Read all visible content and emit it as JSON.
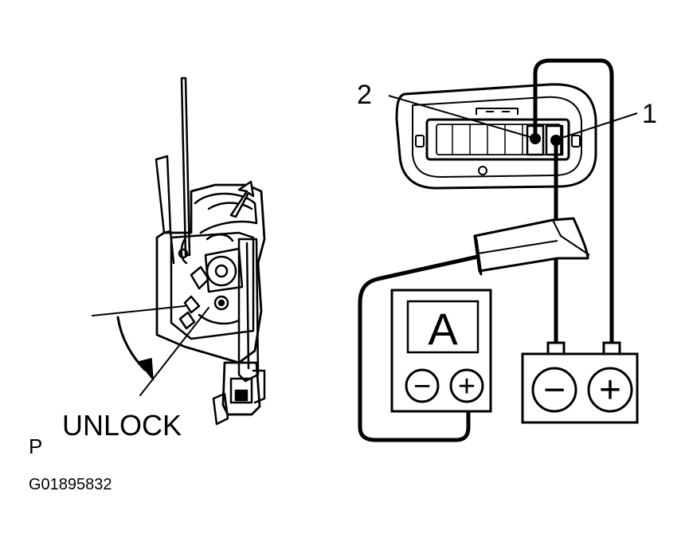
{
  "labels": {
    "pin_2": "2",
    "pin_1": "1",
    "unlock": "UNLOCK",
    "p_marker": "P",
    "figure_code": "G01895832"
  },
  "ammeter": {
    "symbol": "A",
    "minus": "−",
    "plus": "+"
  },
  "battery": {
    "minus": "−",
    "plus": "+"
  },
  "colors": {
    "ink": "#000000",
    "paper": "#ffffff"
  }
}
